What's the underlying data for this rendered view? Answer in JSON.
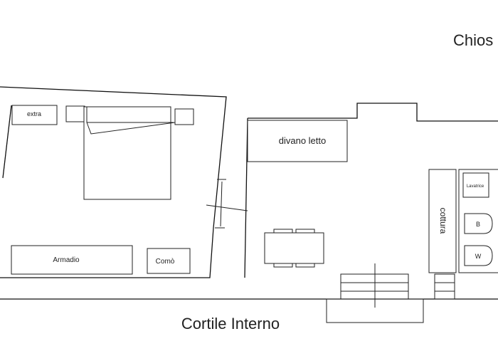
{
  "labels": {
    "top_right": "Chios",
    "courtyard": "Cortile Interno",
    "extra": "extra",
    "sofa_bed": "divano letto",
    "wardrobe": "Armadio",
    "dresser": "Comò",
    "cooking": "cottura",
    "washing_machine": "Lavatrice",
    "bidet": "B",
    "wc": "W"
  }
}
